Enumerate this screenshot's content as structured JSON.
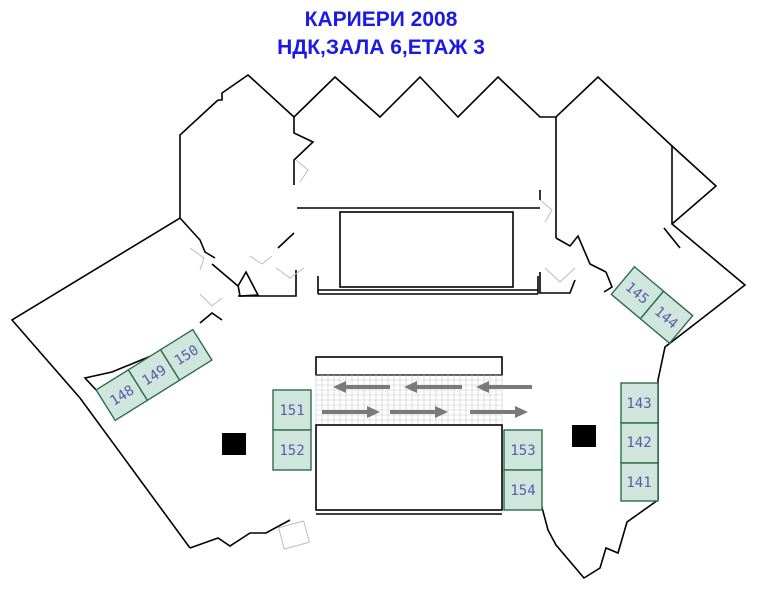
{
  "title": "КАРИЕРИ 2008",
  "subtitle": "НДК,ЗАЛА 6,ЕТАЖ 3",
  "booths": [
    {
      "id": "141",
      "label": "141"
    },
    {
      "id": "142",
      "label": "142"
    },
    {
      "id": "143",
      "label": "143"
    },
    {
      "id": "144",
      "label": "144"
    },
    {
      "id": "145",
      "label": "145"
    },
    {
      "id": "148",
      "label": "148"
    },
    {
      "id": "149",
      "label": "149"
    },
    {
      "id": "150",
      "label": "150"
    },
    {
      "id": "151",
      "label": "151"
    },
    {
      "id": "152",
      "label": "152"
    },
    {
      "id": "153",
      "label": "153"
    },
    {
      "id": "154",
      "label": "154"
    }
  ],
  "escalator_directions": {
    "upper_lane": "left",
    "lower_lane": "right"
  },
  "colors": {
    "title": "#1a1ae6",
    "booth_fill": "#cfe6dc",
    "booth_border": "#2e6b4e",
    "booth_label": "#5a5aa8"
  }
}
